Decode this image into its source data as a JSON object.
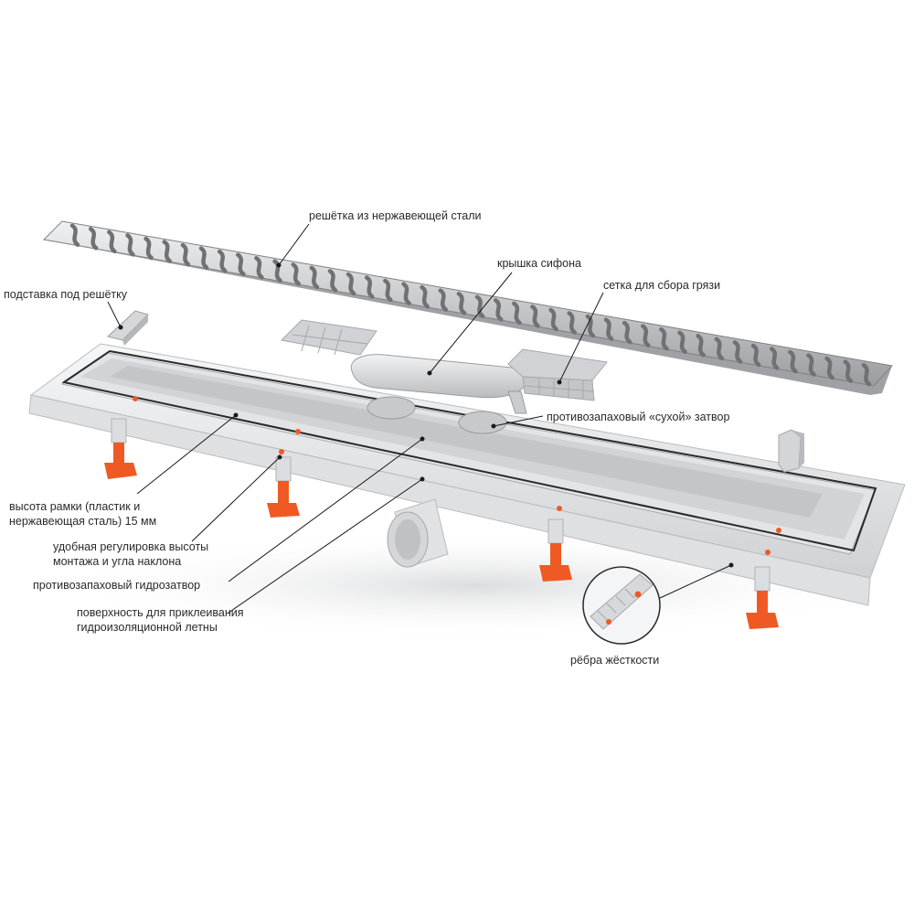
{
  "labels": {
    "grate": "решётка из нержавеющей стали",
    "siphon_cover": "крышка сифона",
    "grate_support": "подставка под решётку",
    "dirt_mesh": "сетка для сбора грязи",
    "dry_trap": "противозапаховый «сухой» затвор",
    "frame_height": [
      "высота рамки (пластик и",
      "нержавеющая сталь) 15 мм"
    ],
    "height_adjust": [
      "удобная регулировка высоты",
      "монтажа и угла наклона"
    ],
    "water_trap": "противозапаховый гидрозатвор",
    "membrane_surface": [
      "поверхность для приклеивания",
      "гидроизоляционной летны"
    ],
    "ribs": "рёбра жёсткости"
  },
  "colors": {
    "steel_light": "#d9dadc",
    "steel_dark": "#8f9194",
    "plastic": "#e9eaec",
    "plastic_shadow": "#c9cbce",
    "leg_orange": "#ef5a24",
    "leader": "#1a1a1a",
    "text": "#2a2a2a"
  }
}
